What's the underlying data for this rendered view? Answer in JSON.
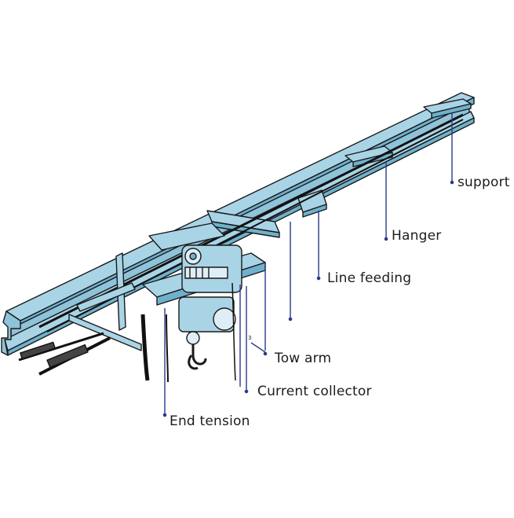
{
  "labels": {
    "support": "support",
    "hanger": "Hanger",
    "line_feeding": "Line feeding",
    "tow_arm": "Tow arm",
    "current_collector": "Current collector",
    "end_tension": "End tension",
    "tow_arm_mark": "3"
  },
  "colors": {
    "beam_fill": "#a9d4e6",
    "beam_dark": "#6fb1cd",
    "outline": "#1a1a1a",
    "leader": "#2b3a8a",
    "cable": "#111111"
  }
}
